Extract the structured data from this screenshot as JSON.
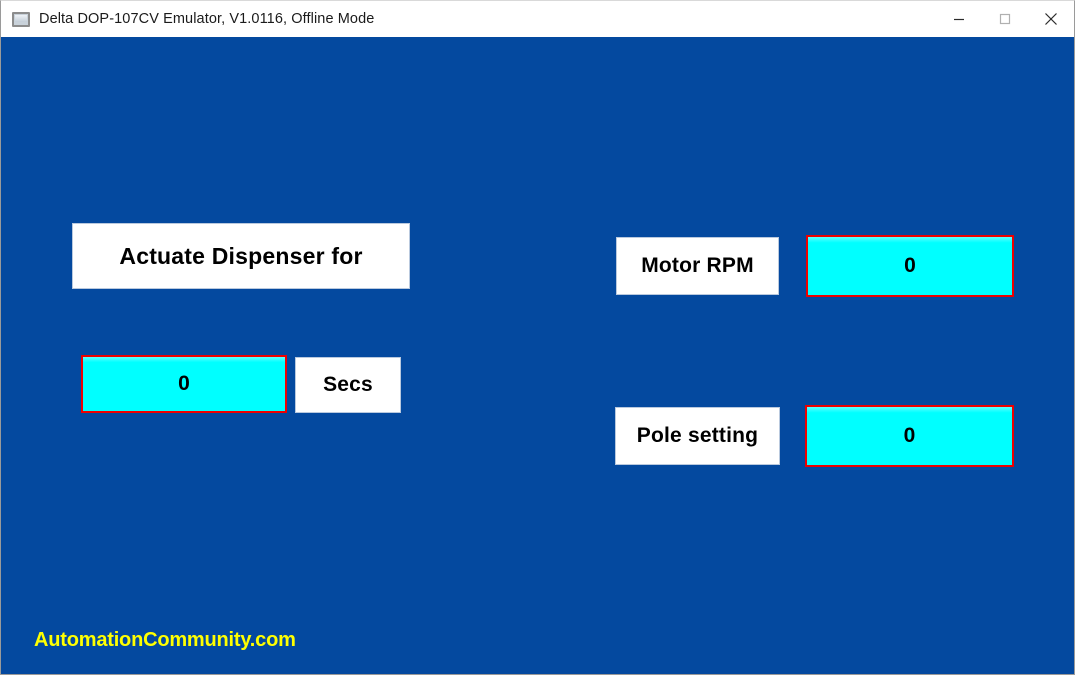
{
  "window": {
    "title": "Delta DOP-107CV Emulator, V1.0116, Offline Mode",
    "icon": "monitor-icon",
    "controls": {
      "minimize": "minimize-icon",
      "maximize": "maximize-icon",
      "close": "close-icon"
    }
  },
  "screen": {
    "background_color": "#04499F",
    "left_panel": {
      "actuate_button_label": "Actuate Dispenser for",
      "seconds_value": "0",
      "seconds_unit_label": "Secs"
    },
    "right_panel": {
      "motor_rpm_label": "Motor RPM",
      "motor_rpm_value": "0",
      "pole_setting_label": "Pole setting",
      "pole_setting_value": "0"
    },
    "watermark": "AutomationCommunity.com",
    "colors": {
      "value_field_fill": "#00FFFF",
      "value_field_border": "#EE0000",
      "label_fill": "#FFFFFF",
      "watermark_color": "#FFFF00"
    }
  }
}
